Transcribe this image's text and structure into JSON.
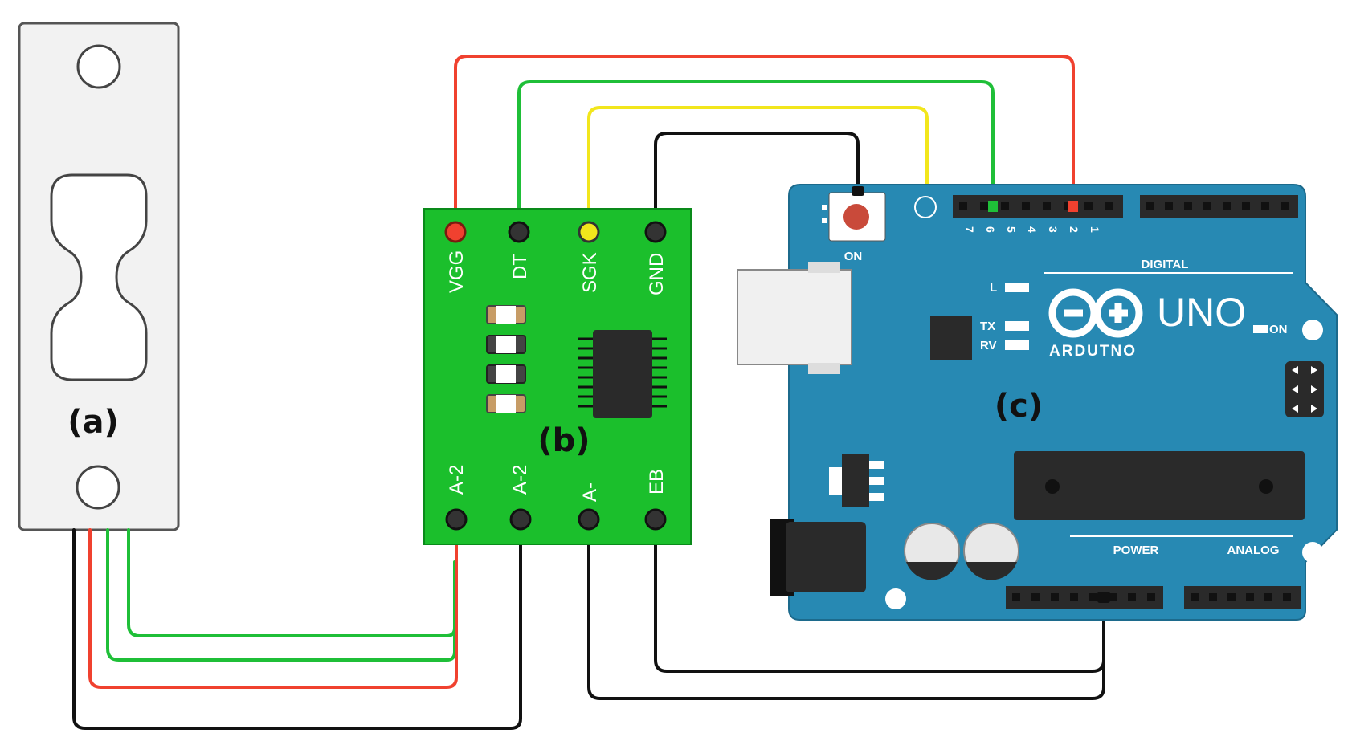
{
  "captions": {
    "load_cell": "(a)",
    "hx711": "(b)",
    "arduino": "(c)"
  },
  "hx711": {
    "top_pins": [
      "VGG",
      "DT",
      "SGK",
      "GND"
    ],
    "bottom_pins": [
      "A-2",
      "A-2",
      "A-",
      "EB"
    ],
    "board_color": "#1bbf2c"
  },
  "arduino": {
    "brand": "UNO",
    "maker": "ARDUTNO",
    "reset_label": "ON",
    "digital_label": "DIGITAL",
    "power_label": "POWER",
    "analog_label": "ANALOG",
    "led_l": "L",
    "led_tx": "TX",
    "led_rx": "RV",
    "led_on": "ON",
    "board_color": "#2789b3"
  },
  "wire_colors": {
    "red": "#f0412f",
    "green": "#1fbf38",
    "yellow": "#f2e61c",
    "black": "#111111"
  }
}
